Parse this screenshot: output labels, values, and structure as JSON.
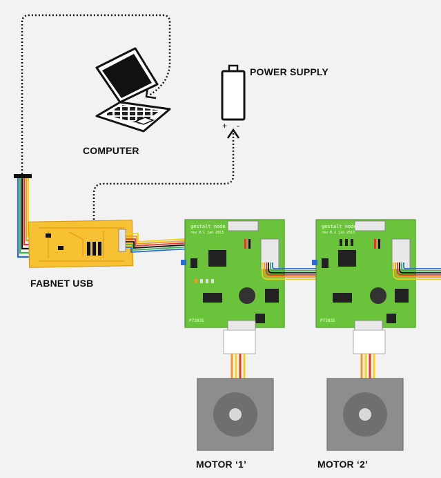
{
  "labels": {
    "computer": "COMPUTER",
    "power_supply": "POWER SUPPLY",
    "fabnet_usb": "FABNET USB",
    "motor_1": "MOTOR ‘1’",
    "motor_2": "MOTOR ‘2’"
  },
  "power_polarity": {
    "plus": "+",
    "minus": "-"
  },
  "boards": [
    {
      "title": "gestalt node",
      "subtitle": "rev 0.1  jan 2013",
      "part": "P72035"
    },
    {
      "title": "gestalt node",
      "subtitle": "rev 0.1  jan 2013",
      "part": "P72035"
    }
  ],
  "colors": {
    "background": "#f2f2f2",
    "board_green": "#6bc23b",
    "fabnet_yellow": "#f6c132",
    "motor_grey": "#8d8d8d",
    "wire_red": "#e8352c",
    "wire_orange": "#f39a1e",
    "wire_yellow": "#f1d11e",
    "wire_green": "#3ab54a",
    "wire_blue": "#2a6bd6",
    "wire_black": "#111111"
  }
}
